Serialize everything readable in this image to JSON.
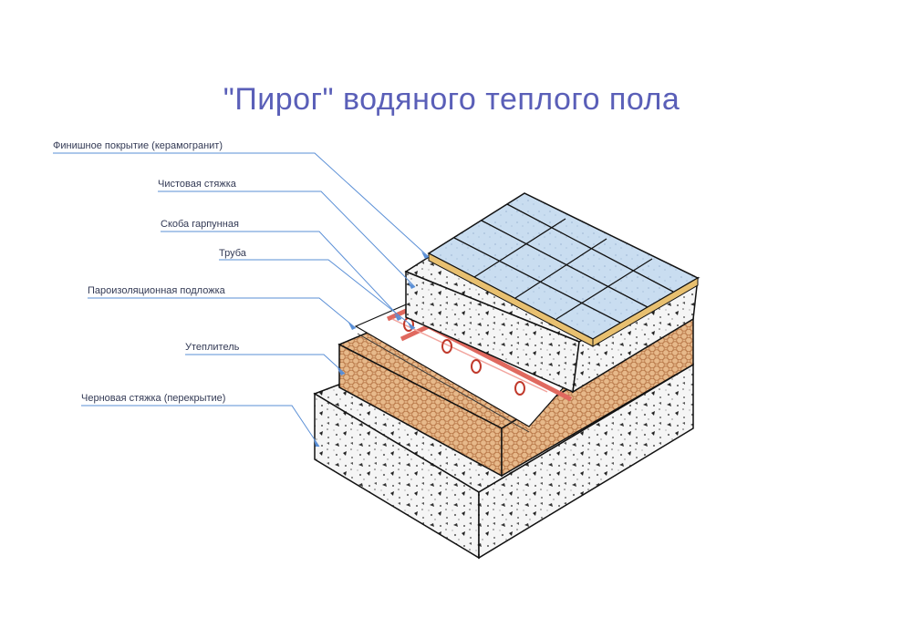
{
  "title": "\"Пирог\" водяного теплого пола",
  "labels": [
    "Финишное покрытие (керамогранит)",
    "Чистовая стяжка",
    "Скоба гарпунная",
    "Труба",
    "Пароизоляционная подложка",
    "Утеплитель",
    "Черновая стяжка (перекрытие)"
  ],
  "colors": {
    "title": "#5a5fb8",
    "leader": "#5a8fd6",
    "tile": "#c7def2",
    "insulation": "#e8b98a",
    "pipe": "#e06a60",
    "concrete": "#f4f4f4"
  }
}
